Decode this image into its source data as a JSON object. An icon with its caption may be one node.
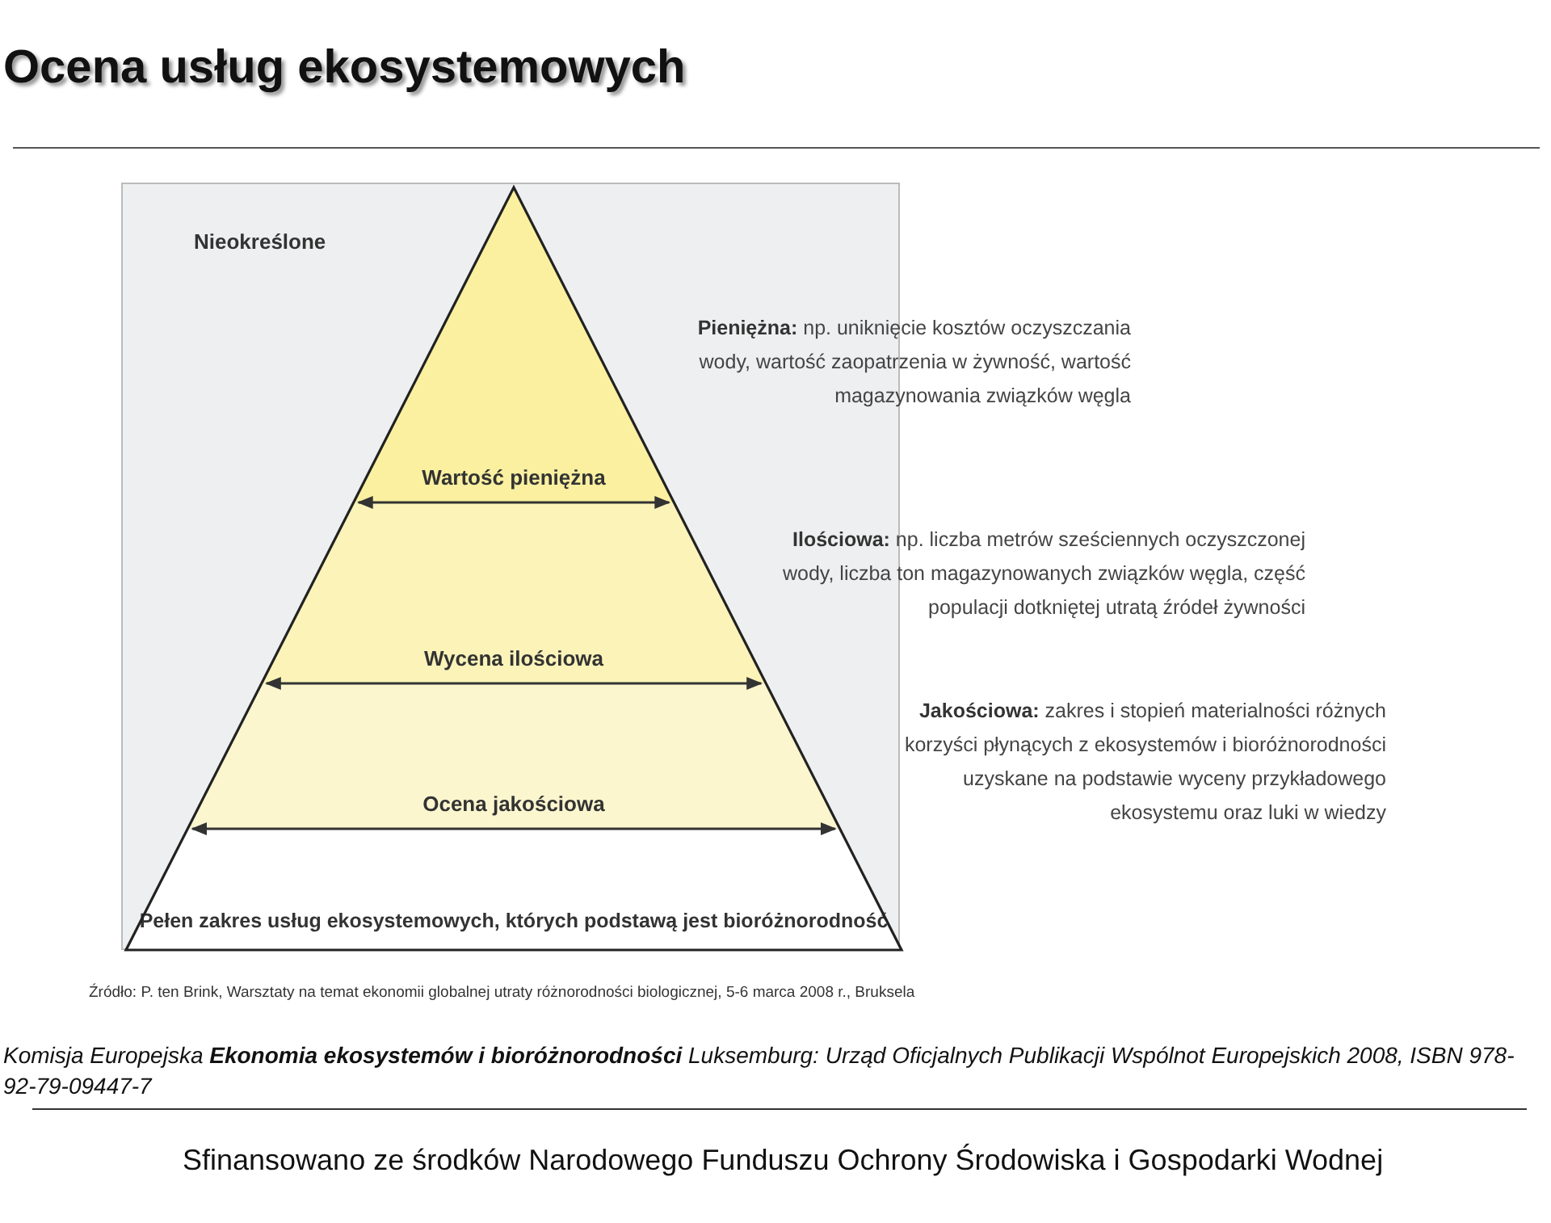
{
  "diagram": {
    "title": "Ocena usług ekosystemowych",
    "nodes": [
      {
        "text": [
          "Nieokreślone"
        ]
      },
      {
        "text": [
          "Wartość pieniężna"
        ],
        "in": 0
      },
      {
        "text": [
          "Wycena ilościowa"
        ],
        "in": 0
      },
      {
        "text": [
          "Ocena jakościowa"
        ],
        "in": 0
      },
      {
        "text": [
          "Pełen zakres usług ekosystemowych, których podstawą jest bioróżnorodność"
        ],
        "in": 0
      }
    ],
    "labels": [
      "**Pieniężna:** np. uniknięcie kosztów oczyszczania wody, wartość zaopatrzenia w żywność, wartość magazynowania związków węgla",
      "**Ilościowa:** np. liczba metrów sześciennych oczyszczonej wody, liczba ton magazynowanych związków węgla, część populacji dotkniętej utratą źródeł żywności",
      "**Jakościowa:** zakres i stopień materialności różnych korzyści płynących z ekosystemów i bioróżnorodności uzyskane na podstawie wyceny przykładowego ekosystemu oraz luki w wiedzy",
      "Źródło: P. ten Brink, Warsztaty na temat ekonomii globalnej utraty różnorodności biologicznej, 5-6 marca 2008 r., Bruksela",
      "Komisja Europejska **Ekonomia ekosystemów i bioróżnorodności** Luksemburg: Urząd Oficjalnych Publikacji Wspólnot Europejskich 2008, ISBN 978-92-79-09447-7",
      "Sfinansowano ze środków Narodowego Funduszu Ochrony Środowiska i Gospodarki Wodnej"
    ]
  }
}
